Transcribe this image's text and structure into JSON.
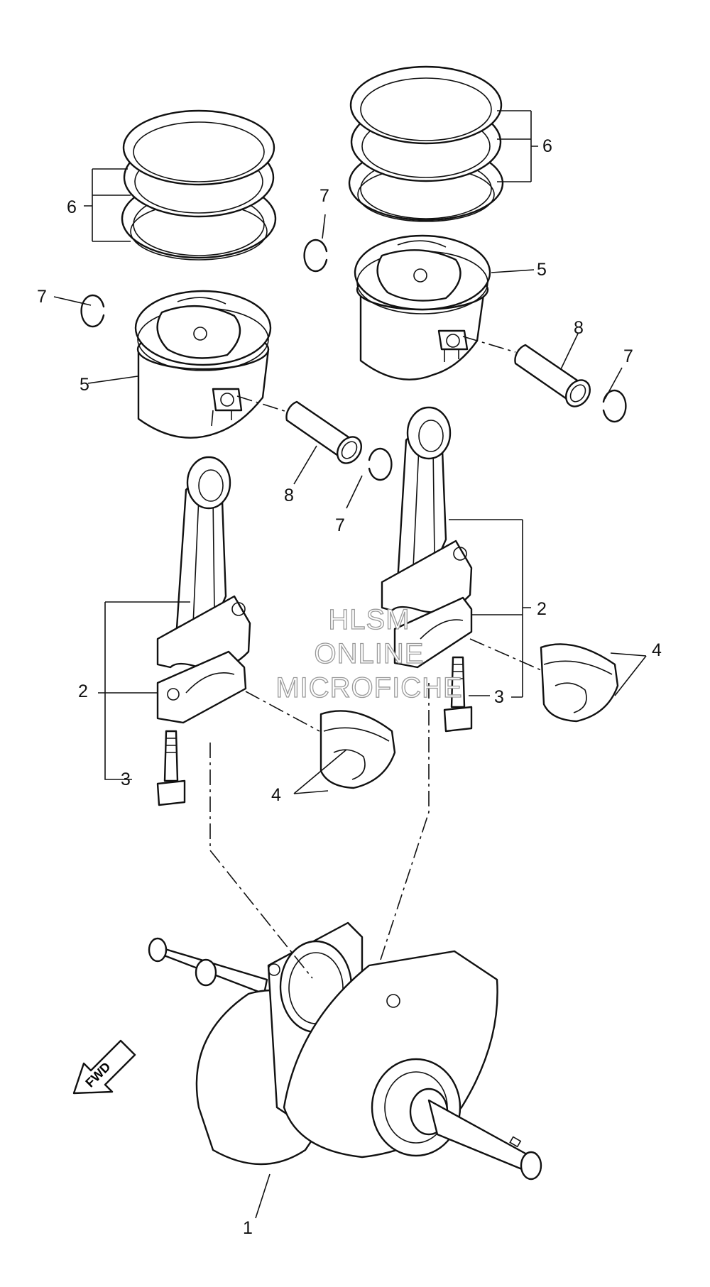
{
  "diagram": {
    "callouts": {
      "c1": "1",
      "c2a": "2",
      "c2b": "2",
      "c3a": "3",
      "c3b": "3",
      "c4a": "4",
      "c4b": "4",
      "c5a": "5",
      "c5b": "5",
      "c6a": "6",
      "c6b": "6",
      "c7a": "7",
      "c7b": "7",
      "c7c": "7",
      "c7d": "7",
      "c8a": "8",
      "c8b": "8"
    },
    "watermark": {
      "line1": "HLSM",
      "line2": "ONLINE",
      "line3": "MICROFICHE"
    },
    "fwd_label": "FWD"
  }
}
